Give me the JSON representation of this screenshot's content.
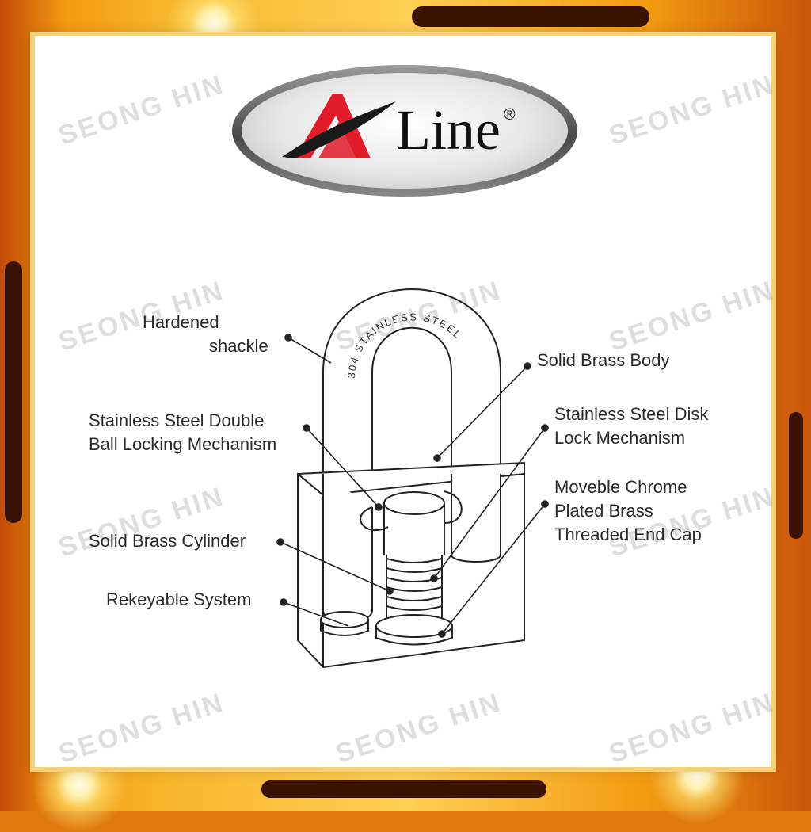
{
  "watermark": "SEONG HIN",
  "brand": {
    "name": "Line",
    "registered_mark": "®"
  },
  "colors": {
    "frame": "#f39a12",
    "logo_red": "#e11b2a",
    "line_dark": "#222222"
  },
  "shackle_engraving": "304 STAINLESS STEEL",
  "labels": {
    "hardened_shackle": [
      "Hardened",
      "shackle"
    ],
    "solid_brass_body": "Solid Brass Body",
    "double_ball": [
      "Stainless Steel Double",
      "Ball Locking Mechanism"
    ],
    "disk_lock": [
      "Stainless Steel Disk",
      "Lock Mechanism"
    ],
    "end_cap": [
      "Moveble Chrome",
      "Plated Brass",
      "Threaded End Cap"
    ],
    "cylinder": "Solid Brass Cylinder",
    "rekeyable": "Rekeyable System"
  }
}
